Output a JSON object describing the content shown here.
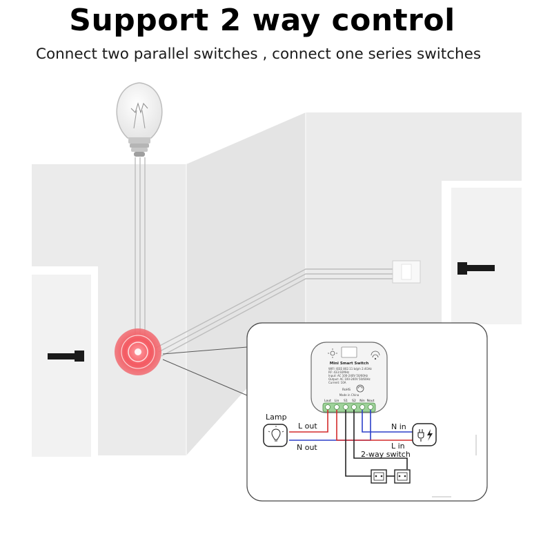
{
  "header": {
    "title": "Support 2 way control",
    "subtitle": "Connect two parallel switches , connect one series switches"
  },
  "module": {
    "name": "Mini Smart Switch",
    "spec_lines": [
      "WIFI: IEEE 802.11 b/g/n  2.4GHz",
      "RF: 433.92MHz",
      "Input:  AC 100-240V  50/60Hz",
      "Output: AC 100-240V  50/60Hz",
      "Current: 10A"
    ],
    "cert": "RoHS",
    "origin": "Made in China",
    "terminals": [
      "Lout",
      "Lin",
      "S1",
      "S2",
      "Nin",
      "Nout"
    ]
  },
  "wiring": {
    "lamp_label": "Lamp",
    "l_out": "L out",
    "n_out": "N out",
    "n_in": "N in",
    "l_in": "L in",
    "two_way": "2-way switch"
  },
  "colors": {
    "live": "#d42a2a",
    "neutral": "#2b3fc9",
    "switch_wire": "#222222",
    "highlight": "#f04850"
  }
}
